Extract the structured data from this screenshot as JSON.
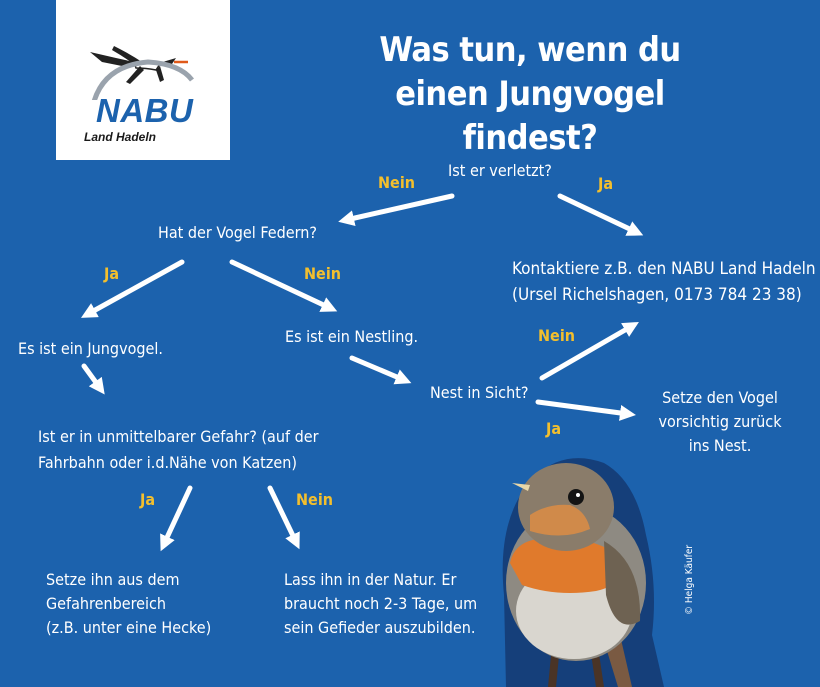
{
  "logo": {
    "name": "NABU",
    "subtitle": "Land Hadeln"
  },
  "title": "Was tun, wenn du einen Jungvogel findest?",
  "nodes": {
    "injured": "Ist er verletzt?",
    "feathers": "Hat der Vogel Federn?",
    "contact_line1": "Kontaktiere z.B. den NABU Land Hadeln",
    "contact_line2": "(Ursel Richelshagen, 0173 784 23 38)",
    "fledgling": "Es ist ein Jungvogel.",
    "nestling": "Es ist ein Nestling.",
    "nest_in_sight": "Nest in Sicht?",
    "return_line1": "Setze den Vogel",
    "return_line2": "vorsichtig zurück",
    "return_line3": "ins Nest.",
    "danger_line1": "Ist er in unmittelbarer Gefahr? (auf der",
    "danger_line2": "Fahrbahn oder i.d.Nähe von Katzen)",
    "move_line1": "Setze ihn aus dem",
    "move_line2": "Gefahrenbereich",
    "move_line3": "(z.B. unter eine Hecke)",
    "leave_line1": "Lass ihn in der Natur. Er",
    "leave_line2": "braucht noch 2-3 Tage, um",
    "leave_line3": "sein Gefieder auszubilden."
  },
  "labels": {
    "yes": "Ja",
    "no": "Nein"
  },
  "photo_credit": "© Helga Käufer",
  "colors": {
    "background": "#1c62ad",
    "accent_yellow": "#f3bf2d",
    "text": "#ffffff"
  }
}
